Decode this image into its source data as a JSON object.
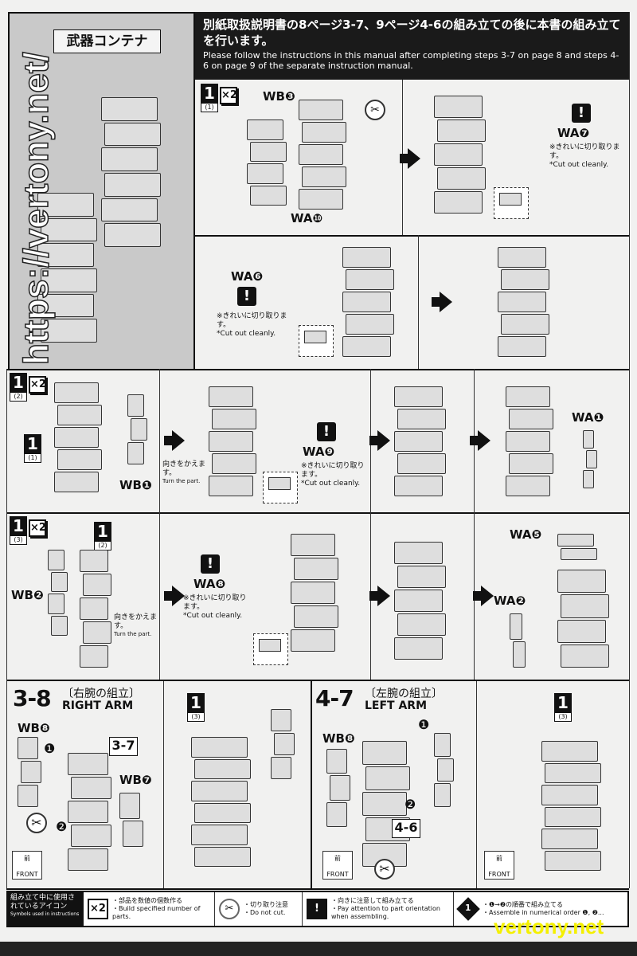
{
  "left_panel": {
    "title": "武器コンテナ"
  },
  "header": {
    "jp": "別紙取扱説明書の8ページ3-7、9ページ4-6の組み立ての後に本書の組み立てを行います。",
    "en": "Please follow the instructions in this manual after completing steps 3-7 on page 8 and steps 4-6 on page 9 of the separate instruction manual."
  },
  "steps": [
    {
      "num": "1",
      "sub": "(1)",
      "count": "×2"
    },
    {
      "num": "1",
      "sub": "(2)",
      "count": "×2"
    },
    {
      "num": "1",
      "sub": "(3)",
      "count": "×2"
    }
  ],
  "step_refs": {
    "r1": {
      "num": "1",
      "sub": "(1)"
    },
    "r2": {
      "num": "1",
      "sub": "(2)"
    },
    "r3": {
      "num": "1",
      "sub": "(3)"
    },
    "r4": {
      "num": "1",
      "sub": "(3)"
    }
  },
  "parts": {
    "wb3": "WB❸",
    "wa10": "WA❿",
    "wa7": "WA❼",
    "wa6": "WA❻",
    "wa9": "WA❾",
    "wa1": "WA❶",
    "wb1": "WB❶",
    "wb2": "WB❷",
    "wa8": "WA❽",
    "wa5": "WA❺",
    "wa2": "WA❷",
    "wb8a": "WB❽",
    "wb7": "WB❼",
    "wb8b": "WB❽"
  },
  "notes": {
    "excl": "!",
    "cut_jp": "※きれいに切り取ります。",
    "cut_en": "*Cut out cleanly.",
    "turn_jp": "向きをかえます。",
    "turn_en": "Turn the part.",
    "order1": "❶",
    "order2": "❷",
    "ref37": "3-7",
    "ref46": "4-6",
    "front_jp": "前",
    "front_en": "FRONT"
  },
  "sections": {
    "right_arm": {
      "num": "3-8",
      "jp": "〔右腕の組立〕",
      "en": "RIGHT ARM"
    },
    "left_arm": {
      "num": "4-7",
      "jp": "〔左腕の組立〕",
      "en": "LEFT ARM"
    }
  },
  "legend": {
    "title_jp": "組み立て中に使用されているアイコン",
    "title_en": "Symbols used in instructions",
    "items": [
      {
        "icon": "×2",
        "jp": "・部品を数値の個数作る",
        "en": "・Build specified number of parts."
      },
      {
        "icon": "✂",
        "jp": "・切り取り注意",
        "en": "・Do not cut."
      },
      {
        "icon": "!",
        "jp": "・向きに注意して組み立てる",
        "en": "・Pay attention to part orientation when assembling."
      },
      {
        "icon": "1",
        "jp": "・❶→❷の順番で組み立てる",
        "en": "・Assemble in numerical order ❶, ❷..."
      }
    ]
  },
  "watermark": {
    "url": "https://vertony.net/",
    "site": "vertony.net"
  }
}
